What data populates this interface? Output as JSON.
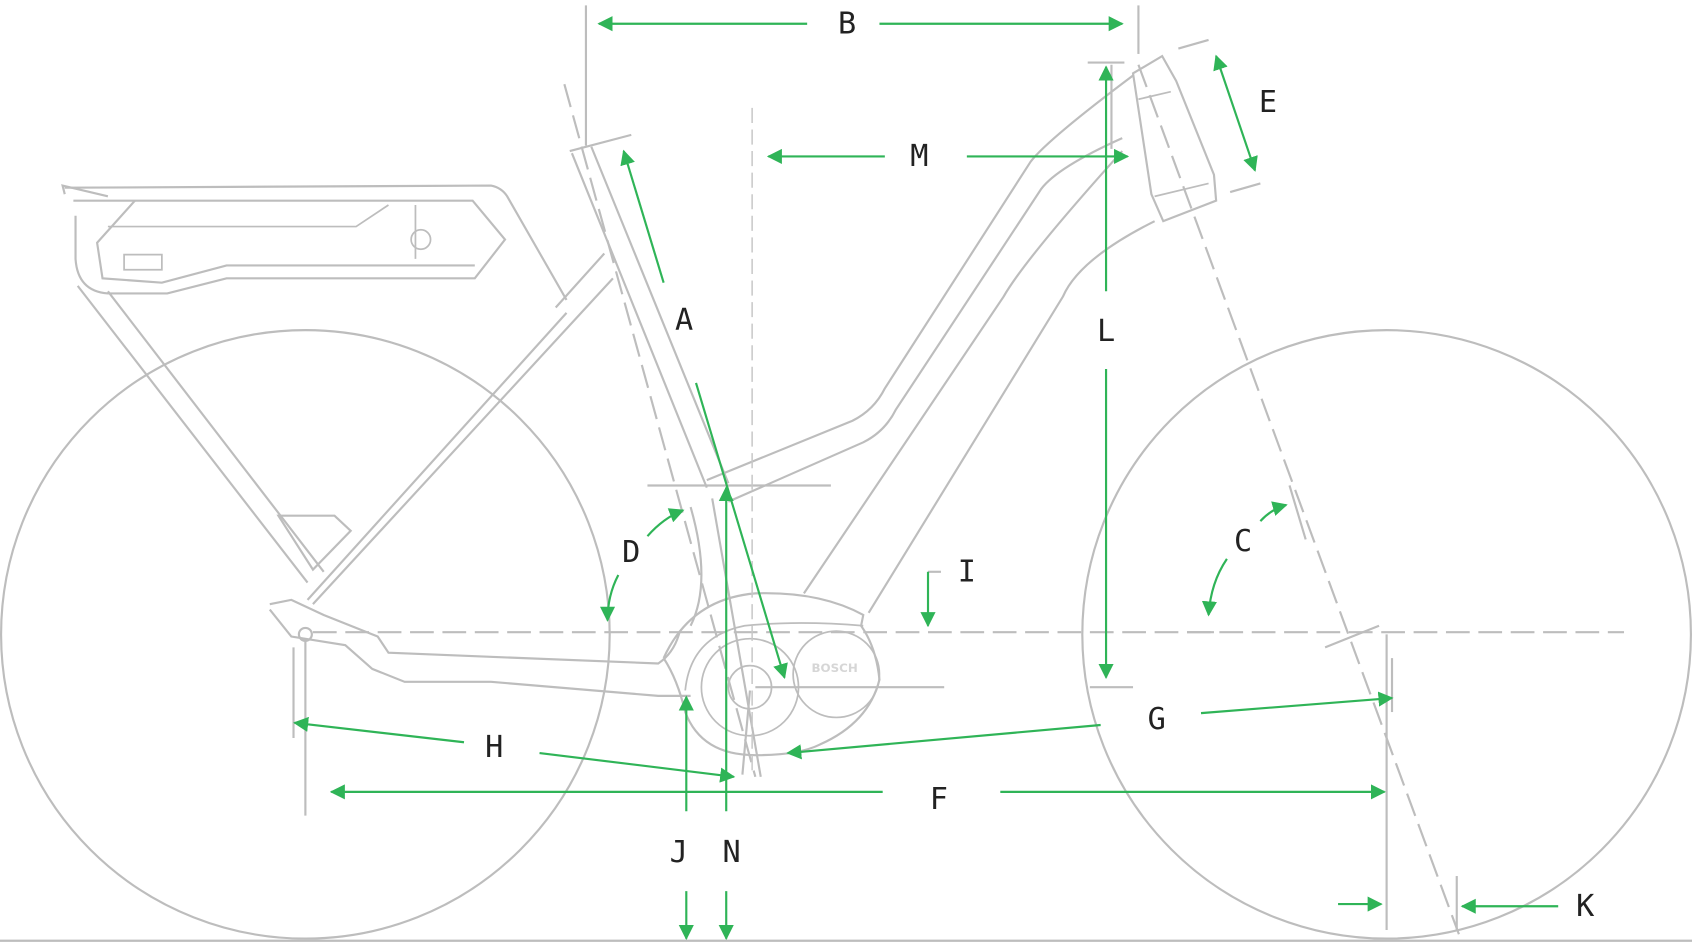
{
  "diagram": {
    "title": "Bike geometry diagram",
    "accent_color": "#2fb457",
    "line_color": "#bdbdbd",
    "motor_brand": "BOSCH",
    "labels": {
      "A": "A",
      "B": "B",
      "C": "C",
      "D": "D",
      "E": "E",
      "F": "F",
      "G": "G",
      "H": "H",
      "I": "I",
      "J": "J",
      "K": "K",
      "L": "L",
      "M": "M",
      "N": "N"
    }
  }
}
